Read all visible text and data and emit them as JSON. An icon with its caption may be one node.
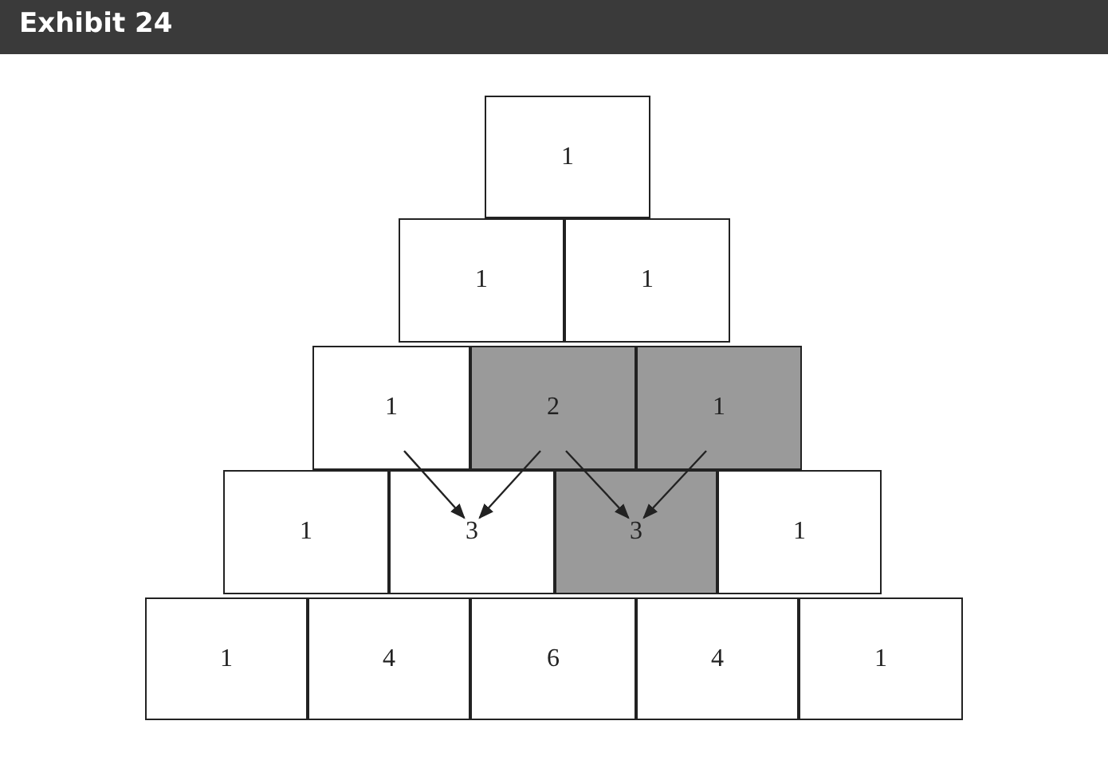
{
  "diagram": {
    "title": "Exhibit 24",
    "nodes": [
      {
        "text": [
          "1"
        ]
      },
      {
        "text": [
          "1"
        ]
      },
      {
        "text": [
          "1"
        ]
      },
      {
        "text": [
          "1"
        ]
      },
      {
        "text": [
          "2"
        ]
      },
      {
        "text": [
          "1"
        ]
      },
      {
        "text": [
          "1"
        ]
      },
      {
        "text": [
          "3"
        ]
      },
      {
        "text": [
          "3"
        ]
      },
      {
        "text": [
          "1"
        ]
      },
      {
        "text": [
          "1"
        ]
      },
      {
        "text": [
          "4"
        ]
      },
      {
        "text": [
          "6"
        ]
      },
      {
        "text": [
          "4"
        ]
      },
      {
        "text": [
          "1"
        ]
      }
    ],
    "edges": [
      {
        "from": 3,
        "to": 7,
        "arrow": "to"
      },
      {
        "from": 4,
        "to": 7,
        "arrow": "to"
      },
      {
        "from": 4,
        "to": 8,
        "arrow": "to"
      },
      {
        "from": 5,
        "to": 8,
        "arrow": "to"
      }
    ]
  }
}
